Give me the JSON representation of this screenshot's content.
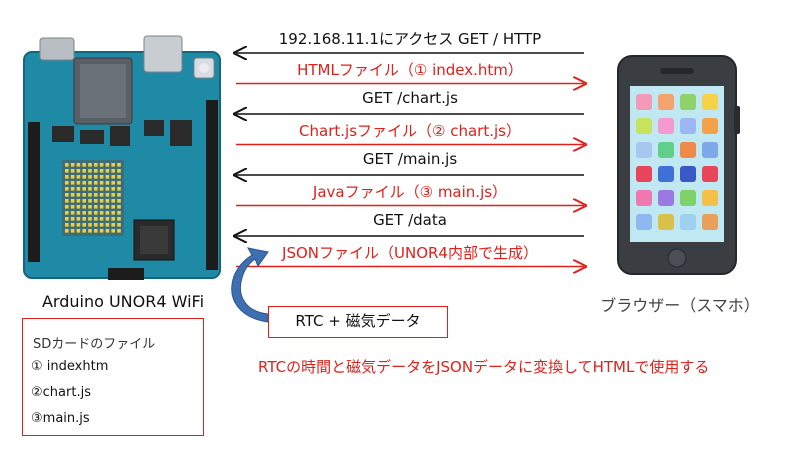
{
  "board": {
    "label": "Arduino UNOR4 WiFi"
  },
  "phone": {
    "label": "ブラウザー（スマホ）"
  },
  "messages": [
    {
      "text": "192.168.11.1にアクセス  GET / HTTP",
      "direction": "to-board",
      "color": "#111111"
    },
    {
      "text": "HTMLファイル（① index.htm）",
      "direction": "to-phone",
      "color": "#e0201b"
    },
    {
      "text": "GET /chart.js",
      "direction": "to-board",
      "color": "#111111"
    },
    {
      "text": "Chart.jsファイル（② chart.js）",
      "direction": "to-phone",
      "color": "#e0201b"
    },
    {
      "text": "GET /main.js",
      "direction": "to-board",
      "color": "#111111"
    },
    {
      "text": "Javaファイル（③ main.js）",
      "direction": "to-phone",
      "color": "#e0201b"
    },
    {
      "text": "GET /data",
      "direction": "to-board",
      "color": "#111111"
    },
    {
      "text": "JSONファイル（UNOR4内部で生成）",
      "direction": "to-phone",
      "color": "#e0201b"
    }
  ],
  "sd_card": {
    "title": "SDカードのファイル",
    "files": [
      "① indexhtm",
      "②chart.js",
      "③main.js"
    ]
  },
  "rtc": {
    "label": "RTC + 磁気データ"
  },
  "note": {
    "text": "RTCの時間と磁気データをJSONデータに変換してHTMLで使用する"
  },
  "colors": {
    "accent": "#e0201b",
    "text": "#111111",
    "board": "#1f8aa5",
    "phone": "#3a3d42",
    "curved_arrow": "#3e6fb0"
  }
}
